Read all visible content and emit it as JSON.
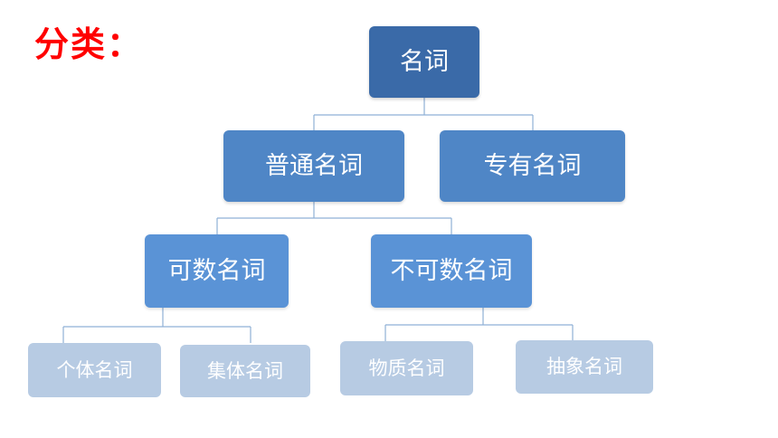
{
  "title": "分类：",
  "tree": {
    "root": "名词",
    "common": "普通名词",
    "proper": "专有名词",
    "countable": "可数名词",
    "uncountable": "不可数名词",
    "individual": "个体名词",
    "collective": "集体名词",
    "material": "物质名词",
    "abstract": "抽象名词"
  },
  "colors": {
    "title": "#ff0000",
    "root": "#3a6aa8",
    "level1": "#4f86c6",
    "level2": "#5a93d6",
    "level3": "#b7cbe3",
    "connector": "#8fb0d6"
  }
}
